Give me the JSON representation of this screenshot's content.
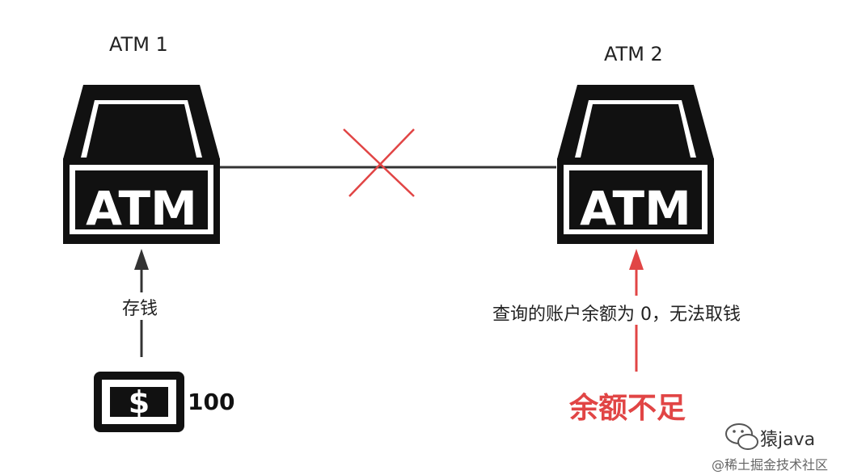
{
  "atm1": {
    "title": "ATM 1",
    "screen_text": "ATM"
  },
  "atm2": {
    "title": "ATM 2",
    "screen_text": "ATM"
  },
  "deposit": {
    "label": "存钱",
    "amount": "100"
  },
  "query": {
    "label": "查询的账户余额为 0，无法取钱"
  },
  "result": {
    "label": "余额不足"
  },
  "watermark": {
    "brand": "猿java",
    "site": "@稀土掘金技术社区"
  },
  "colors": {
    "red": "#e14545",
    "dark": "#111111",
    "line": "#333333"
  }
}
